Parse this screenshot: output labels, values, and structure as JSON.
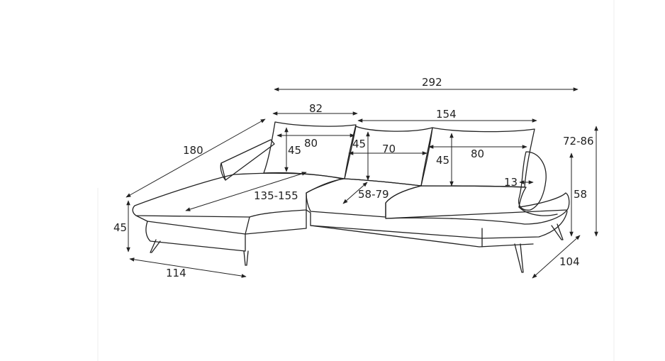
{
  "dimensions": {
    "total_width": "292",
    "left_back_width": "82",
    "right_back_width": "154",
    "chaise_length": "180",
    "total_height": "72-86",
    "back_height_right": "58",
    "left_cushion_width": "80",
    "left_cushion_height": "45",
    "middle_cushion_height": "45",
    "middle_cushion_width": "70",
    "right_cushion_height": "45",
    "right_cushion_width": "80",
    "armrest_width": "13",
    "seat_height": "45",
    "chaise_width": "114",
    "sleeping_length": "135-155",
    "seat_depth": "58-79",
    "depth": "104"
  }
}
